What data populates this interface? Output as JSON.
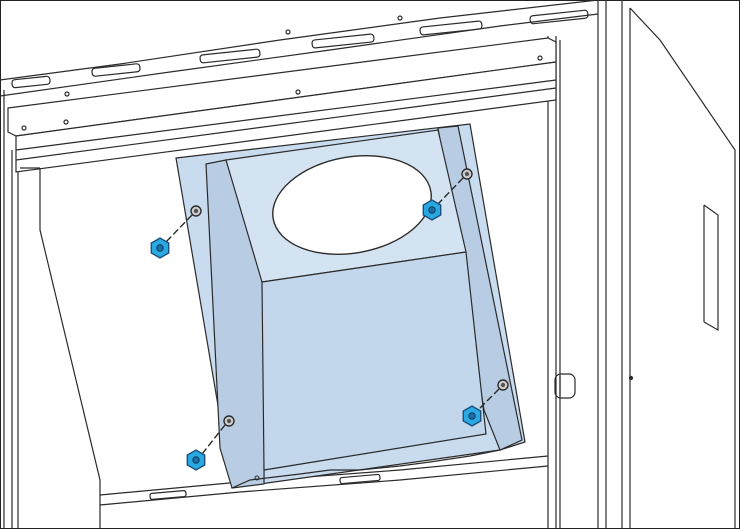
{
  "diagram": {
    "description_text": "",
    "colors": {
      "panel_fill": "#c9dbee",
      "panel_shade": "#b8cde4",
      "nut_fill": "#29a9e1",
      "line": "#2b2b2b",
      "frame_bg": "#ffffff"
    },
    "nuts": [
      {
        "name": "nut-upper-left",
        "icon": "hex-nut-icon"
      },
      {
        "name": "nut-upper-right",
        "icon": "hex-nut-icon"
      },
      {
        "name": "nut-lower-left",
        "icon": "hex-nut-icon"
      },
      {
        "name": "nut-lower-right",
        "icon": "hex-nut-icon"
      }
    ]
  }
}
